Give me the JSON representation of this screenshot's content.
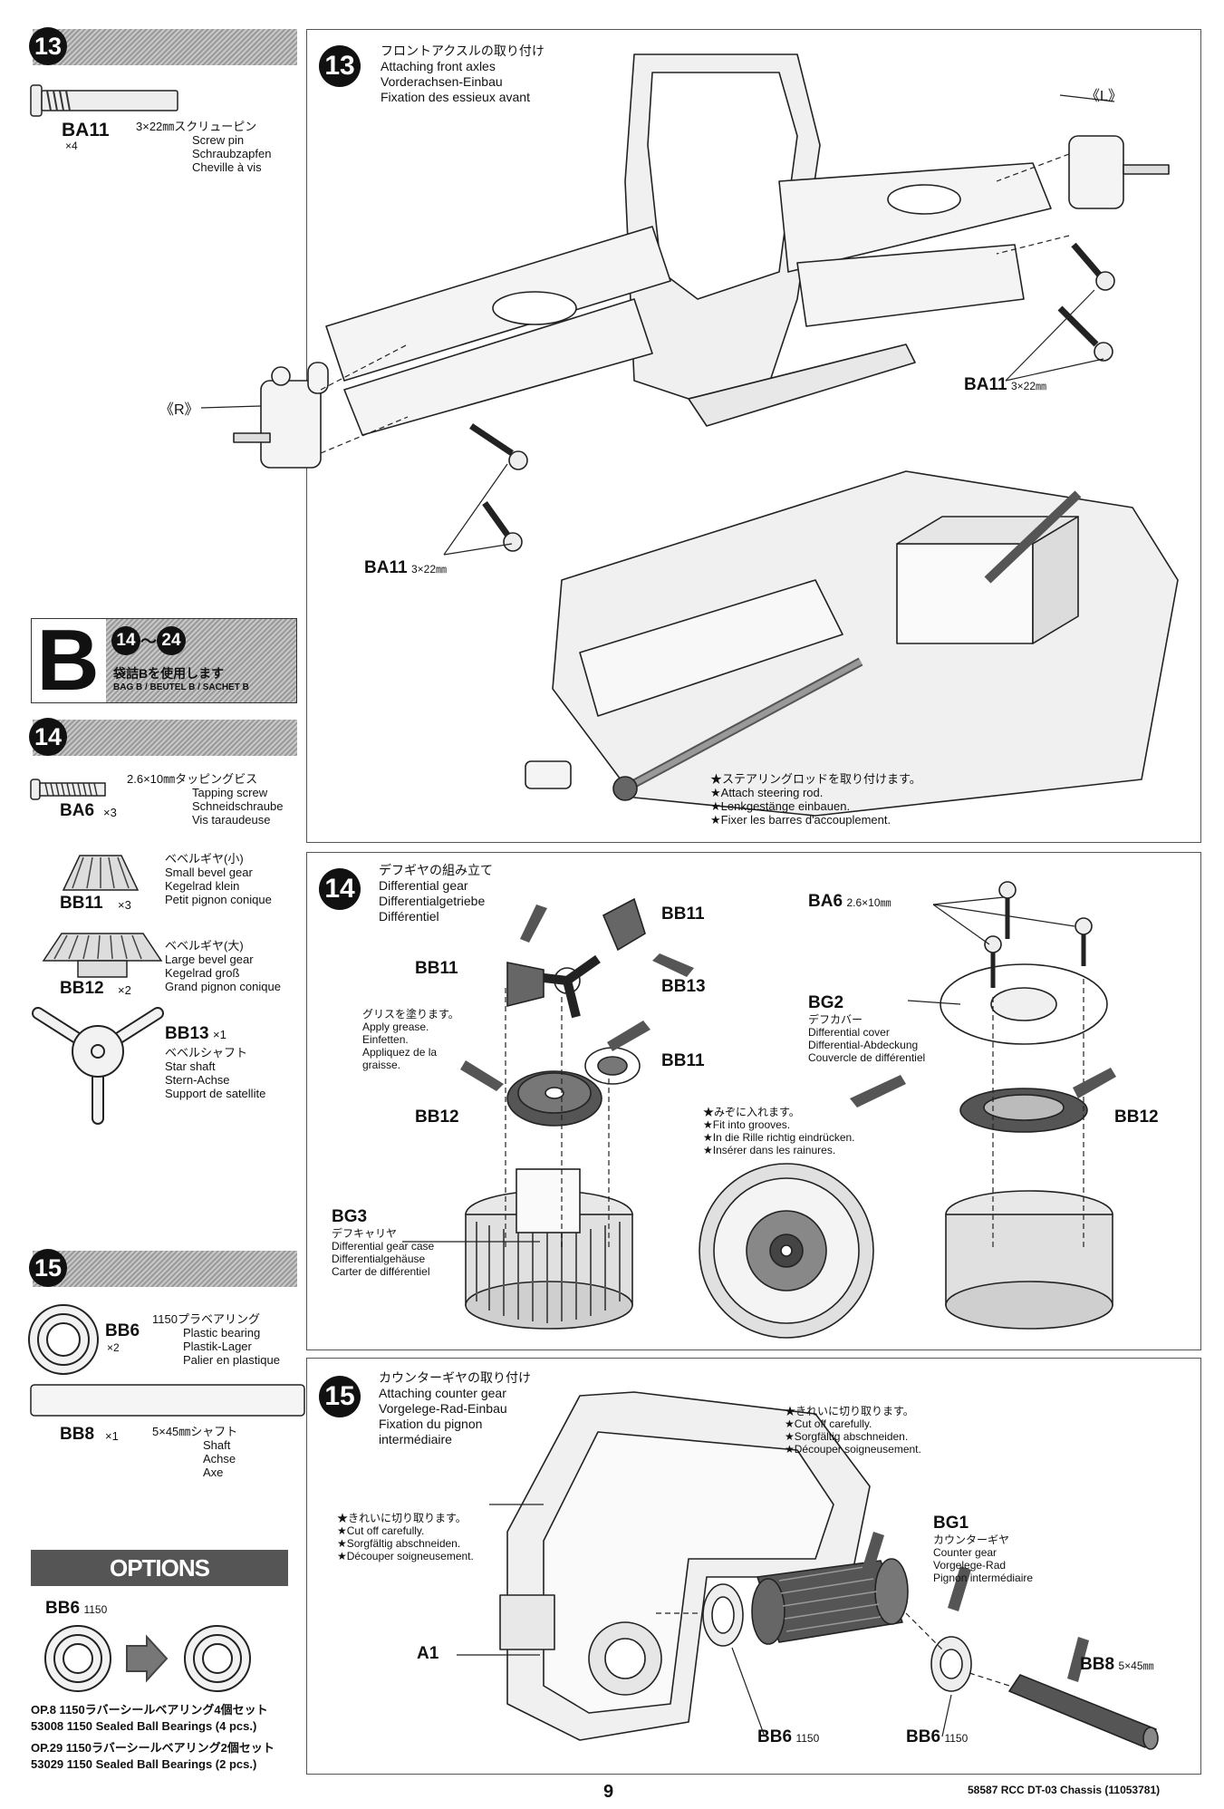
{
  "left": {
    "step13": {
      "num": "13",
      "part": "BA11",
      "qty": "×4",
      "ja": "3×22㎜スクリューピン",
      "en": "Screw pin",
      "de": "Schraubzapfen",
      "fr": "Cheville à vis"
    },
    "bag": {
      "letter": "B",
      "from": "14",
      "tilde": "～",
      "to": "24",
      "ja": "袋詰Bを使用します",
      "sub": "BAG B / BEUTEL B / SACHET B"
    },
    "step14": {
      "num": "14",
      "parts": [
        {
          "id": "BA6",
          "qty": "×3",
          "lines": [
            "2.6×10㎜タッピングビス",
            "Tapping screw",
            "Schneidschraube",
            "Vis taraudeuse"
          ]
        },
        {
          "id": "BB11",
          "qty": "×3",
          "lines": [
            "ベベルギヤ(小)",
            "Small bevel gear",
            "Kegelrad klein",
            "Petit pignon conique"
          ]
        },
        {
          "id": "BB12",
          "qty": "×2",
          "lines": [
            "ベベルギヤ(大)",
            "Large bevel gear",
            "Kegelrad groß",
            "Grand pignon conique"
          ]
        },
        {
          "id": "BB13",
          "qty": "×1",
          "lines": [
            "ベベルシャフト",
            "Star shaft",
            "Stern-Achse",
            "Support de satellite"
          ]
        }
      ]
    },
    "step15": {
      "num": "15",
      "parts": [
        {
          "id": "BB6",
          "qty": "×2",
          "lines": [
            "1150プラベアリング",
            "Plastic bearing",
            "Plastik-Lager",
            "Palier en plastique"
          ]
        },
        {
          "id": "BB8",
          "qty": "×1",
          "lines": [
            "5×45㎜シャフト",
            "Shaft",
            "Achse",
            "Axe"
          ]
        }
      ]
    },
    "options": {
      "title": "OPTIONS",
      "part": "BB6",
      "size": "1150",
      "items": [
        "OP.8 1150ラバーシールベアリング4個セット",
        "53008 1150 Sealed Ball Bearings (4 pcs.)",
        "OP.29 1150ラバーシールベアリング2個セット",
        "53029 1150 Sealed Ball Bearings (2 pcs.)"
      ]
    }
  },
  "panel13": {
    "num": "13",
    "title": [
      "フロントアクスルの取り付け",
      "Attaching front axles",
      "Vorderachsen-Einbau",
      "Fixation des essieux avant"
    ],
    "L": "《L》",
    "R": "《R》",
    "ba11_right": "BA11",
    "ba11_left": "BA11",
    "size": "3×22㎜",
    "note": [
      "★ステアリングロッドを取り付けます。",
      "★Attach steering rod.",
      "★Lenkgestänge einbauen.",
      "★Fixer les barres d'accouplement."
    ]
  },
  "panel14": {
    "num": "14",
    "title": [
      "デフギヤの組み立て",
      "Differential gear",
      "Differentialgetriebe",
      "Différentiel"
    ],
    "labels": {
      "bb11a": "BB11",
      "bb11b": "BB11",
      "bb11c": "BB11",
      "bb13": "BB13",
      "bb12a": "BB12",
      "bb12b": "BB12",
      "ba6": "BA6",
      "ba6size": "2.6×10㎜"
    },
    "grease": [
      "グリスを塗ります。",
      "Apply grease.",
      "Einfetten.",
      "Appliquez de la",
      "graisse."
    ],
    "bg3": {
      "id": "BG3",
      "lines": [
        "デフキャリヤ",
        "Differential gear case",
        "Differentialgehäuse",
        "Carter de différentiel"
      ]
    },
    "bg2": {
      "id": "BG2",
      "lines": [
        "デフカバー",
        "Differential cover",
        "Differential-Abdeckung",
        "Couvercle de différentiel"
      ]
    },
    "grooves": [
      "★みぞに入れます。",
      "★Fit into grooves.",
      "★In die Rille richtig eindrücken.",
      "★Insérer dans les rainures."
    ]
  },
  "panel15": {
    "num": "15",
    "title": [
      "カウンターギヤの取り付け",
      "Attaching counter gear",
      "Vorgelege-Rad-Einbau",
      "Fixation du pignon",
      "intermédiaire"
    ],
    "cut1": [
      "★きれいに切り取ります。",
      "★Cut off carefully.",
      "★Sorgfältig abschneiden.",
      "★Découper soigneusement."
    ],
    "cut2": [
      "★きれいに切り取ります。",
      "★Cut off carefully.",
      "★Sorgfältig abschneiden.",
      "★Découper soigneusement."
    ],
    "bg1": {
      "id": "BG1",
      "lines": [
        "カウンターギヤ",
        "Counter gear",
        "Vorgelege-Rad",
        "Pignon intermédiaire"
      ]
    },
    "a1": "A1",
    "bb8": "BB8",
    "bb8size": "5×45㎜",
    "bb6": "BB6",
    "bb6size": "1150"
  },
  "footer": {
    "page": "9",
    "ref": "58587 RCC DT-03 Chassis (11053781)"
  }
}
